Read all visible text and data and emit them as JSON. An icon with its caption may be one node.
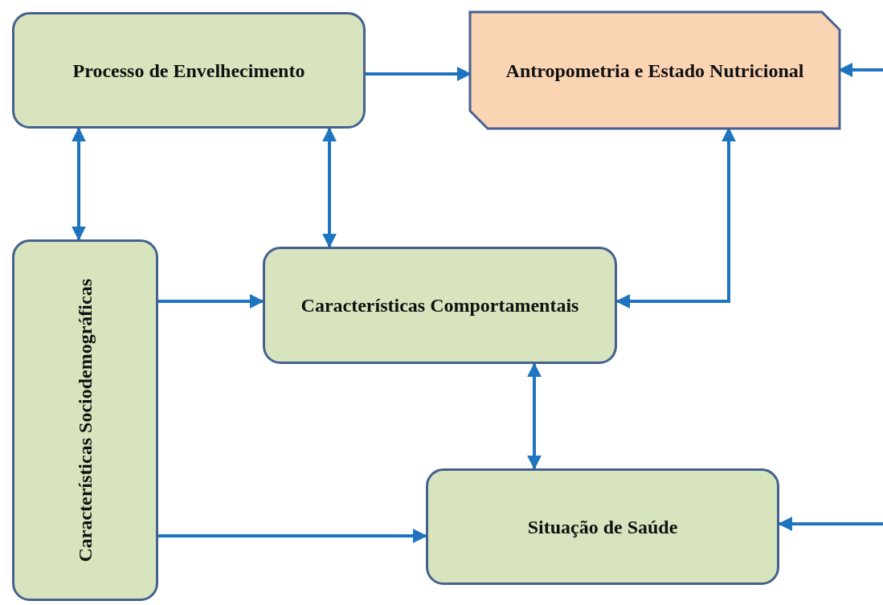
{
  "diagram": {
    "nodes": [
      {
        "text": [
          "Processo de Envelhecimento"
        ]
      },
      {
        "text": [
          "Antropometria e Estado Nutricional"
        ]
      },
      {
        "text": [
          "Características Sociodemográficas"
        ]
      },
      {
        "text": [
          "Características Comportamentais"
        ]
      },
      {
        "text": [
          "Situação de Saúde"
        ]
      }
    ],
    "edges": [
      {
        "from": 0,
        "to": 1,
        "arrow": "to"
      },
      {
        "from": 0,
        "to": 2,
        "arrow": "both"
      },
      {
        "from": 0,
        "to": 3,
        "arrow": "both"
      },
      {
        "from": 2,
        "to": 3,
        "arrow": "to"
      },
      {
        "from": 3,
        "to": 1,
        "arrow": "both"
      },
      {
        "from": 3,
        "to": 4,
        "arrow": "both"
      },
      {
        "from": 2,
        "to": 4,
        "arrow": "to"
      },
      {
        "from": null,
        "to": 1,
        "arrow": "to"
      },
      {
        "from": null,
        "to": 4,
        "arrow": "to"
      }
    ]
  }
}
